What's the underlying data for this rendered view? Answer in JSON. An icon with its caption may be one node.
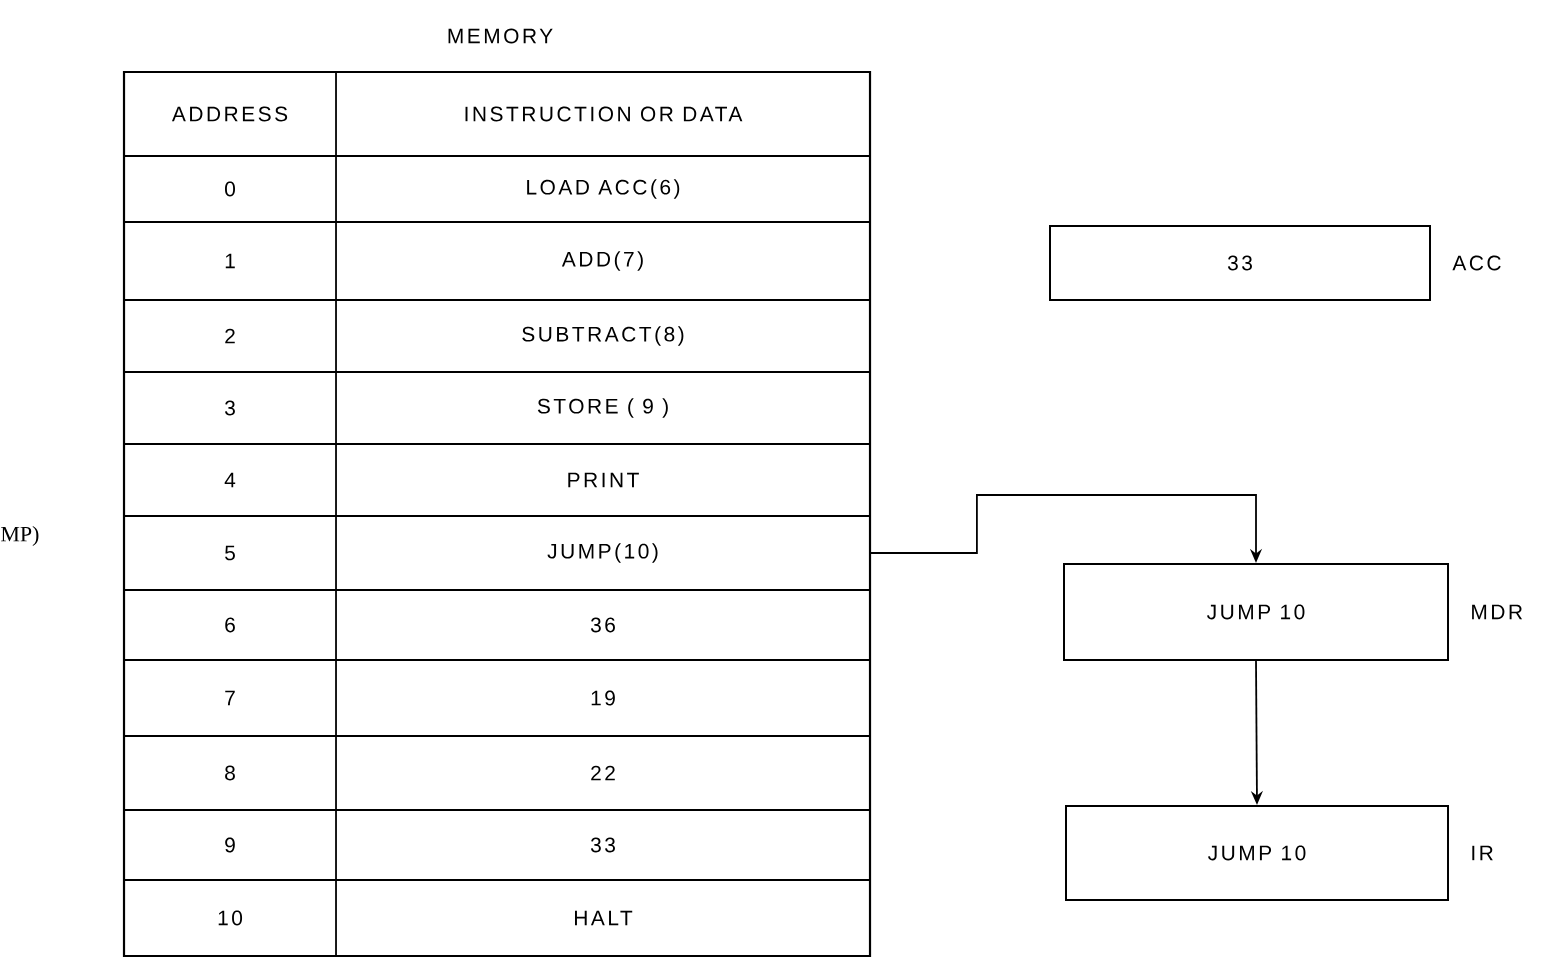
{
  "diagram": {
    "nodes": [
      {
        "text": [
          "MEMORY"
        ]
      },
      {
        "text": [
          "ADDRESS",
          "INSTRUCTION OR DATA"
        ],
        "in": 0
      },
      {
        "text": [
          "0",
          "LOAD ACC(6)"
        ],
        "in": 0
      },
      {
        "text": [
          "1",
          "ADD(7)"
        ],
        "in": 0
      },
      {
        "text": [
          "2",
          "SUBTRACT(8)"
        ],
        "in": 0
      },
      {
        "text": [
          "3",
          "STORE ( 9 )"
        ],
        "in": 0
      },
      {
        "text": [
          "4",
          "PRINT"
        ],
        "in": 0
      },
      {
        "text": [
          "5",
          "JUMP(10)"
        ],
        "in": 0
      },
      {
        "text": [
          "6",
          "36"
        ],
        "in": 0
      },
      {
        "text": [
          "7",
          "19"
        ],
        "in": 0
      },
      {
        "text": [
          "8",
          "22"
        ],
        "in": 0
      },
      {
        "text": [
          "9",
          "33"
        ],
        "in": 0
      },
      {
        "text": [
          "10",
          "HALT"
        ],
        "in": 0
      },
      {
        "text": [
          "33"
        ],
        "beside": [
          "ACC"
        ]
      },
      {
        "text": [
          "JUMP 10"
        ],
        "beside": [
          "MDR"
        ]
      },
      {
        "text": [
          "JUMP 10"
        ],
        "beside": [
          "IR"
        ]
      }
    ],
    "edges": [
      {
        "from": 7,
        "to": 14,
        "arrow": "to"
      },
      {
        "from": 14,
        "to": 15,
        "arrow": "to"
      }
    ],
    "labels": [
      "MP)"
    ]
  }
}
